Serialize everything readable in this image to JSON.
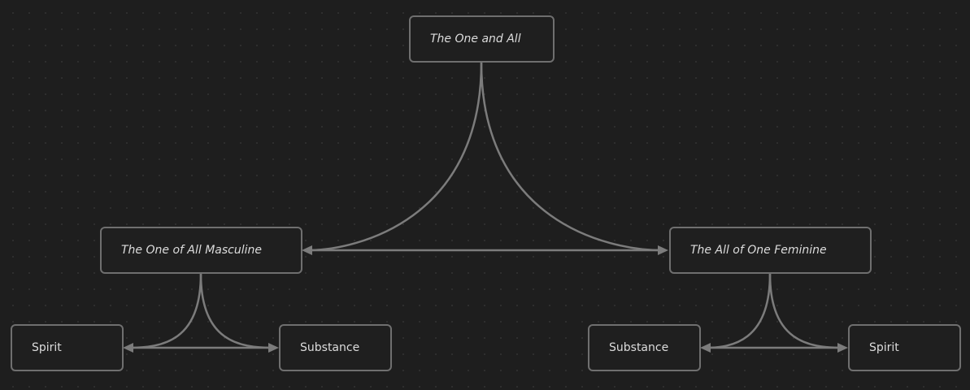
{
  "canvas": {
    "nodes": {
      "root": "The One and All",
      "masculine": "The One of All Masculine",
      "feminine": "The All of One Feminine",
      "m_spirit": "Spirit",
      "m_substance": "Substance",
      "f_substance": "Substance",
      "f_spirit": "Spirit"
    },
    "colors": {
      "background": "#1e1e1e",
      "edge": "#7c7c7c",
      "node_border": "#6f6f6f",
      "text": "#dcdcdc"
    }
  }
}
